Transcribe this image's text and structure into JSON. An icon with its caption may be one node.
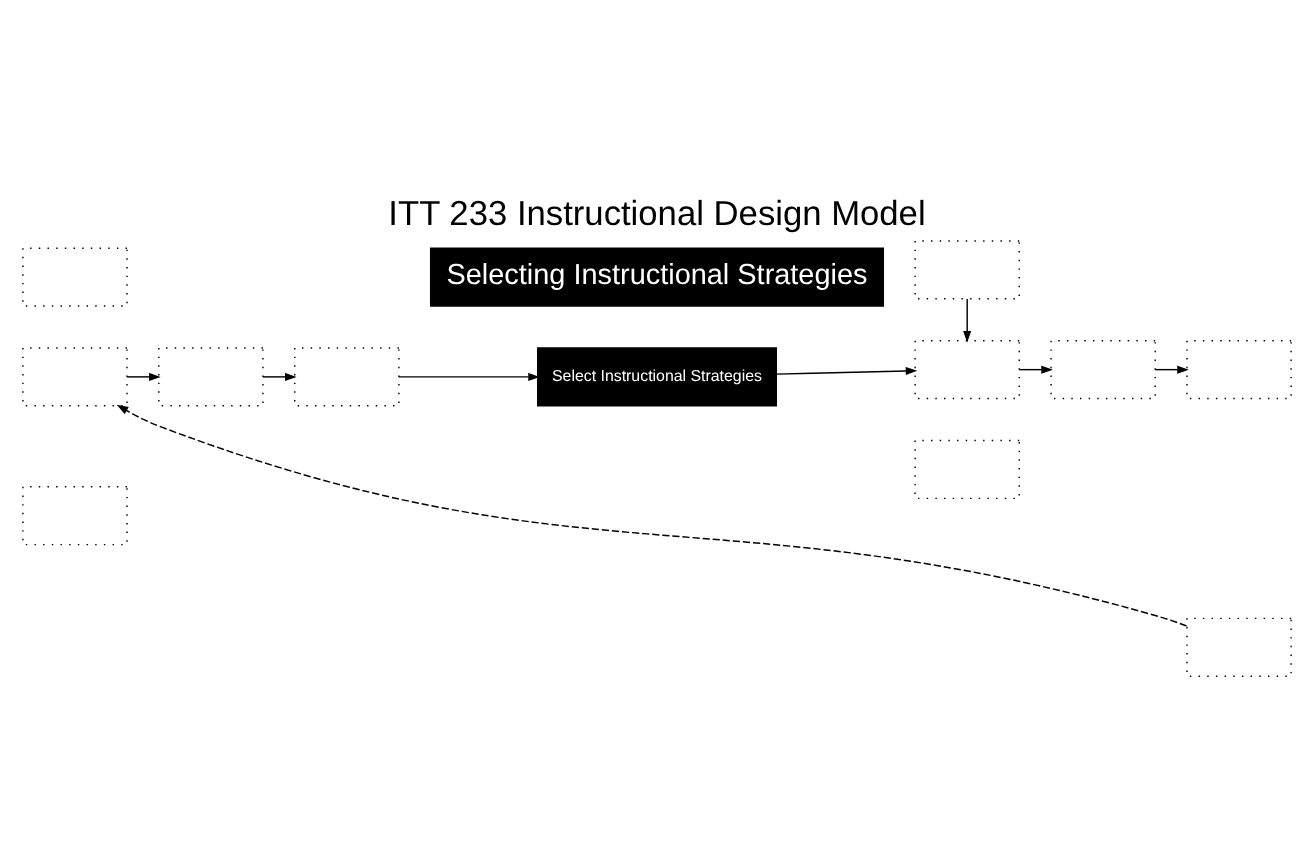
{
  "diagram": {
    "title": "ITT 233 Instructional Design Model",
    "nodes": [
      {
        "text": [],
        "shape": "box"
      },
      {
        "text": [
          "Selecting Instructional Strategies"
        ]
      },
      {
        "text": [],
        "shape": "box"
      },
      {
        "text": [],
        "shape": "box"
      },
      {
        "text": [],
        "shape": "box"
      },
      {
        "text": [],
        "shape": "box"
      },
      {
        "text": [
          "Select Instructional Strategies"
        ]
      },
      {
        "text": [],
        "shape": "box"
      },
      {
        "text": [],
        "shape": "box"
      },
      {
        "text": [],
        "shape": "box"
      },
      {
        "text": [],
        "shape": "box"
      },
      {
        "text": [],
        "shape": "box"
      },
      {
        "text": [],
        "shape": "box"
      }
    ],
    "edges": [
      {
        "from": 3,
        "to": 4,
        "arrow": "to"
      },
      {
        "from": 4,
        "to": 5,
        "arrow": "to"
      },
      {
        "from": 5,
        "to": 6,
        "arrow": "to"
      },
      {
        "from": 6,
        "to": 7,
        "arrow": "to"
      },
      {
        "from": 7,
        "to": 8,
        "arrow": "to"
      },
      {
        "from": 8,
        "to": 9,
        "arrow": "to"
      },
      {
        "from": 2,
        "to": 7,
        "arrow": "to"
      },
      {
        "from": 12,
        "to": 3,
        "arrow": "to",
        "style": "dashed"
      }
    ]
  }
}
